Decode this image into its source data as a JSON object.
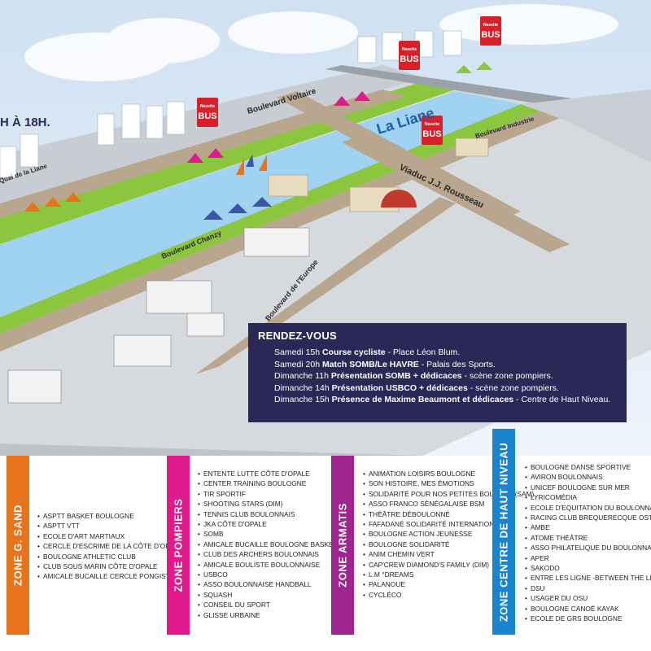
{
  "map": {
    "banner_fragment": "H À 18H.",
    "labels": {
      "boulevard_voltaire": "Boulevard Voltaire",
      "boulevard_industrie": "Boulevard Industrie",
      "la_liane": "La Liane",
      "viaduc": "Viaduc J.J. Rousseau",
      "boulevard_chanzy": "Boulevard Chanzy",
      "boulevard_europe": "Boulevard de l'Europe",
      "quai_liane": "Quai de la Liane",
      "navette_bus": "Navette BUS"
    }
  },
  "rendez_vous": {
    "title": "RENDEZ-VOUS",
    "events": [
      {
        "time": "Samedi 15h ",
        "title": "Course cycliste",
        "place": " - Place Léon Blum."
      },
      {
        "time": "Samedi 20h ",
        "title": "Match SOMB/Le HAVRE",
        "place": "  - Palais des Sports."
      },
      {
        "time": "Dimanche 11h ",
        "title": "Présentation SOMB + dédicaces",
        "place": " - scène zone pompiers."
      },
      {
        "time": "Dimanche 14h ",
        "title": "Présentation USBCO + dédicaces",
        "place": " - scène zone pompiers."
      },
      {
        "time": "Dimanche 15h ",
        "title": "Présence de Maxime Beaumont et dédicaces",
        "place": "  -  Centre de Haut Niveau."
      }
    ]
  },
  "zones": [
    {
      "name": "ZONE G. SAND",
      "color": "#e8731f",
      "items": [
        "ASPTT BASKET BOULOGNE",
        "ASPTT VTT",
        "ECOLE D'ART MARTIAUX",
        "CERCLE D'ESCRIME DE LA CÔTE D'OPALE",
        "BOULOGNE ATHLETIC CLUB",
        "CLUB SOUS MARIN CÔTE D'OPALE",
        "AMICALE BUCAILLE CERCLE PONGISTE"
      ]
    },
    {
      "name": "ZONE POMPIERS",
      "color": "#e0198c",
      "items": [
        "ENTENTE LUTTE CÔTE D'OPALE",
        "CENTER TRAINING BOULOGNE",
        "TIR SPORTIF",
        "SHOOTING STARS (DIM)",
        "TENNIS CLUB BOULONNAIS",
        "JKA CÔTE D'OPALE",
        "SOMB",
        "AMICALE BUCAILLE BOULOGNE BASKET",
        "CLUB DES ARCHERS BOULONNAIS",
        "AMICALE BOULISTE  BOULONNAISE",
        "USBCO",
        "ASSO BOULONNAISE HANDBALL",
        "SQUASH",
        "CONSEIL  DU SPORT",
        "GLISSE URBAINE"
      ]
    },
    {
      "name": "ZONE ARMATIS",
      "color": "#a0268f",
      "items": [
        "ANIMATION LOISIRS BOULOGNE",
        "SON HISTOIRE, MES ÉMOTIONS",
        "SOLIDARITÉ POUR NOS PETITES BOUILLES (SAM)",
        "ASSO FRANCO SÉNÉGALAISE BSM",
        "THÉÂTRE DÉBOULONNÉ",
        "FAFADANÉ SOLIDARITÉ INTERNATIONALE",
        "BOULOGNE ACTION JEUNESSE",
        "BOULOGNE SOLIDARITÉ",
        "ANIM CHEMIN VERT",
        "CAP'CREW DIAMOND'S FAMILY  (DIM)",
        "L.M °DREAMS",
        "PALANOUE",
        "CYCLÉCO"
      ]
    },
    {
      "name": "ZONE CENTRE DE HAUT NIVEAU",
      "color": "#1b84d0",
      "items": [
        "BOULOGNE DANSE SPORTIVE",
        "AVIRON BOULONNAIS",
        "UNICEF  BOULOGNE SUR MER",
        "LYRICOMÉDIA",
        "ECOLE D'EQUITATION DU BOULONNAIS",
        "RACING CLUB BREQUERECQUE OSTROHOVE",
        "AMBE",
        "ATOME  THÉÂTRE",
        "ASSO PHILATELIQUE DU BOULONNAIS",
        "APER",
        "SAKODO",
        "ENTRE LES LIGNE -BETWEEN THE LINE",
        "DSU",
        "USAGER DU OSU",
        "BOULOGNE CANOË KAYAK",
        "ECOLE DE GRS BOULOGNE"
      ]
    }
  ]
}
